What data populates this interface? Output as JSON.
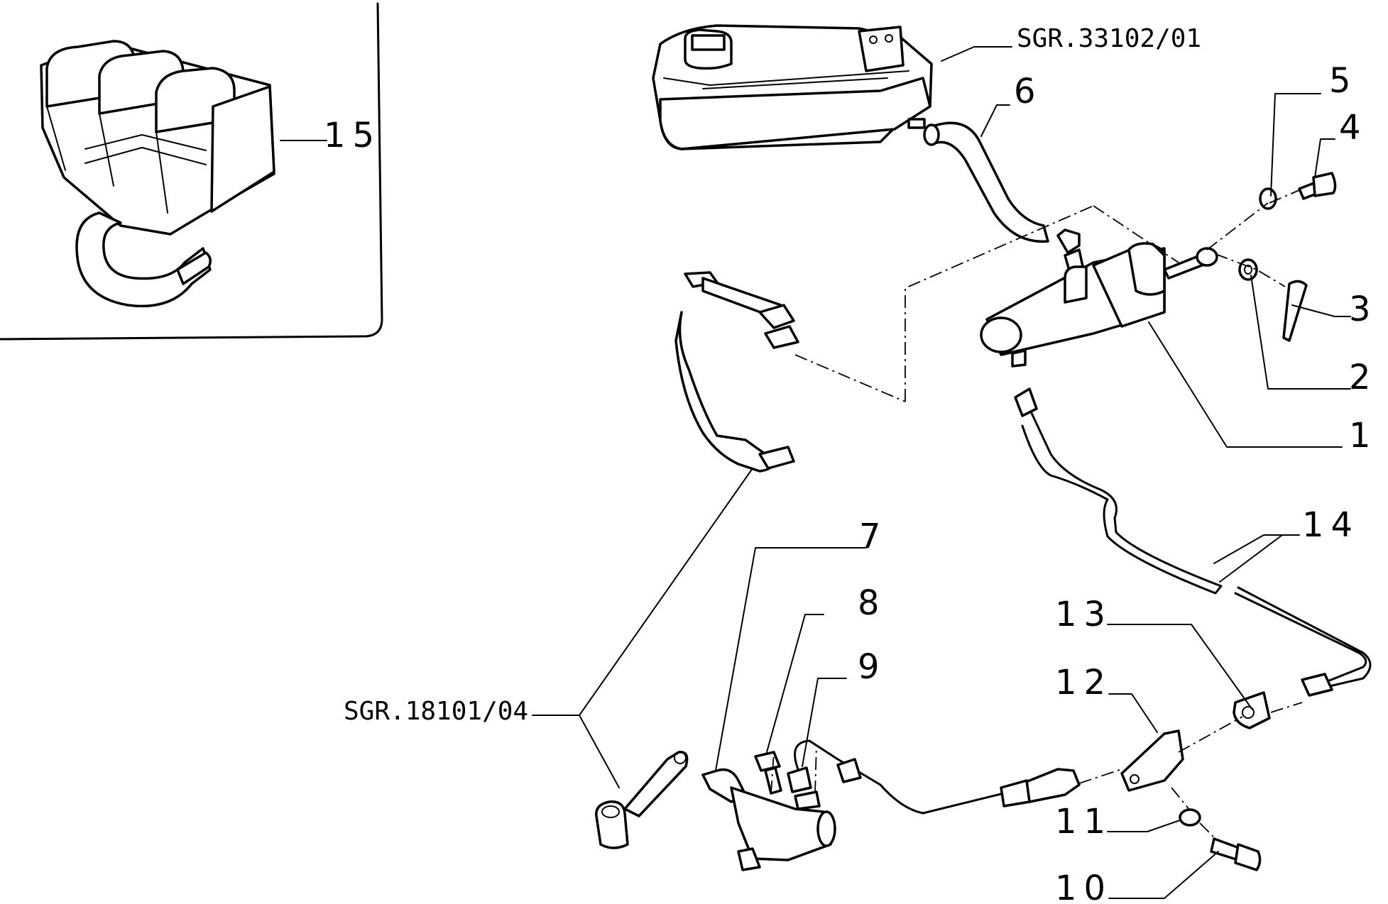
{
  "references": {
    "reservoir": "SGR.33102/01",
    "pedal": "SGR.18101/04"
  },
  "callouts": {
    "c1": "1",
    "c2": "2",
    "c3": "3",
    "c4": "4",
    "c5": "5",
    "c6": "6",
    "c7": "7",
    "c8": "8",
    "c9": "9",
    "c10": "10",
    "c11": "11",
    "c12": "12",
    "c13": "13",
    "c14": "14",
    "c15": "15"
  }
}
